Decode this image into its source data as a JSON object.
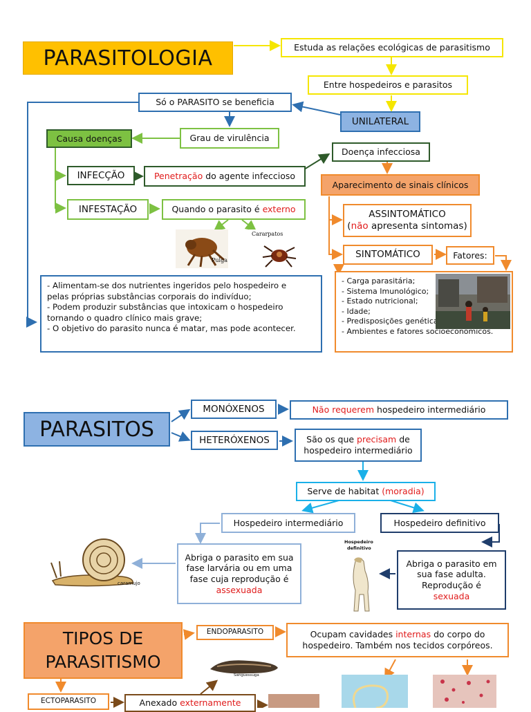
{
  "section1": {
    "title": "PARASITOLOGIA",
    "estuda": "Estuda as relações ecológicas de parasitismo",
    "entre": "Entre hospedeiros e parasitos",
    "unilateral": "UNILATERAL",
    "so_parasito": "Só o PARASITO se beneficia",
    "grau": "Grau de virulência",
    "causa": "Causa doenças",
    "infeccao": "INFECÇÃO",
    "penetracao_red": "Penetração",
    "penetracao_rest": " do agente infeccioso",
    "infestacao": "INFESTAÇÃO",
    "quando_pre": "Quando o parasito é ",
    "quando_red": "externo",
    "doenca": "Doença infecciosa",
    "aparecimento": "Aparecimento de sinais clínicos",
    "assintomatico": "ASSINTOMÁTICO",
    "nao_red": "não",
    "nao_rest": " apresenta sintomas)",
    "nao_open": "(",
    "sintomatico": "SINTOMÁTICO",
    "fatores": "Fatores:",
    "pulga": "Pulga",
    "carrapatos": "Cararpatos",
    "notes": [
      "- Alimentam-se dos nutrientes ingeridos pelo hospedeiro e",
      "pelas próprias substâncias corporais do indivíduo;",
      "- Podem produzir substâncias que intoxicam o hospedeiro",
      "tornando o quadro clínico mais grave;",
      "- O objetivo do parasito nunca é matar, mas pode acontecer."
    ],
    "factors": [
      "- Carga parasitária;",
      "- Sistema Imunológico;",
      "- Estado nutricional;",
      "- Idade;",
      "- Predisposições genéticas;",
      "- Ambientes e fatores socioeconômicos."
    ]
  },
  "section2": {
    "title": "PARASITOS",
    "monoxenos": "MONÓXENOS",
    "nao_requerem_red": "Não requerem",
    "nao_requerem_rest": " hospedeiro intermediário",
    "heteroxenos": "HETERÓXENOS",
    "sao_pre": "São os que ",
    "sao_red": "precisam",
    "sao_post": " de",
    "sao_line2": "hospedeiro intermediário",
    "serve_pre": "Serve de habitat ",
    "serve_red": "(moradia)",
    "hosp_inter": "Hospedeiro intermediário",
    "hosp_def": "Hospedeiro definitivo",
    "abriga_larv_lines": [
      "Abriga o parasito em sua",
      "fase larvária ou em uma",
      "fase cuja reprodução é"
    ],
    "abriga_larv_red": "assexuada",
    "abriga_adult_lines": [
      "Abriga o parasito em",
      "sua fase adulta.",
      "Reprodução é"
    ],
    "abriga_adult_red": "sexuada",
    "caramujo": "caramujo",
    "hosp_def_caption_1": "Hospedeiro",
    "hosp_def_caption_2": "definitivo"
  },
  "section3": {
    "title_1": "TIPOS DE",
    "title_2": "PARASITISMO",
    "endo": "ENDOPARASITO",
    "ocupam_pre": "Ocupam cavidades ",
    "ocupam_red": "internas",
    "ocupam_post": " do corpo do",
    "ocupam_line2": "hospedeiro. Também nos tecidos corpóreos.",
    "ecto": "ECTOPARASITO",
    "anexado_pre": "Anexado ",
    "anexado_red": "externamente",
    "sanguessuga": "Sanguessuga"
  },
  "colors": {
    "title_yellow": "#ffc000",
    "title_blue": "#8db3e2",
    "title_orange": "#f4a36a",
    "red_text": "#e01b1b"
  }
}
